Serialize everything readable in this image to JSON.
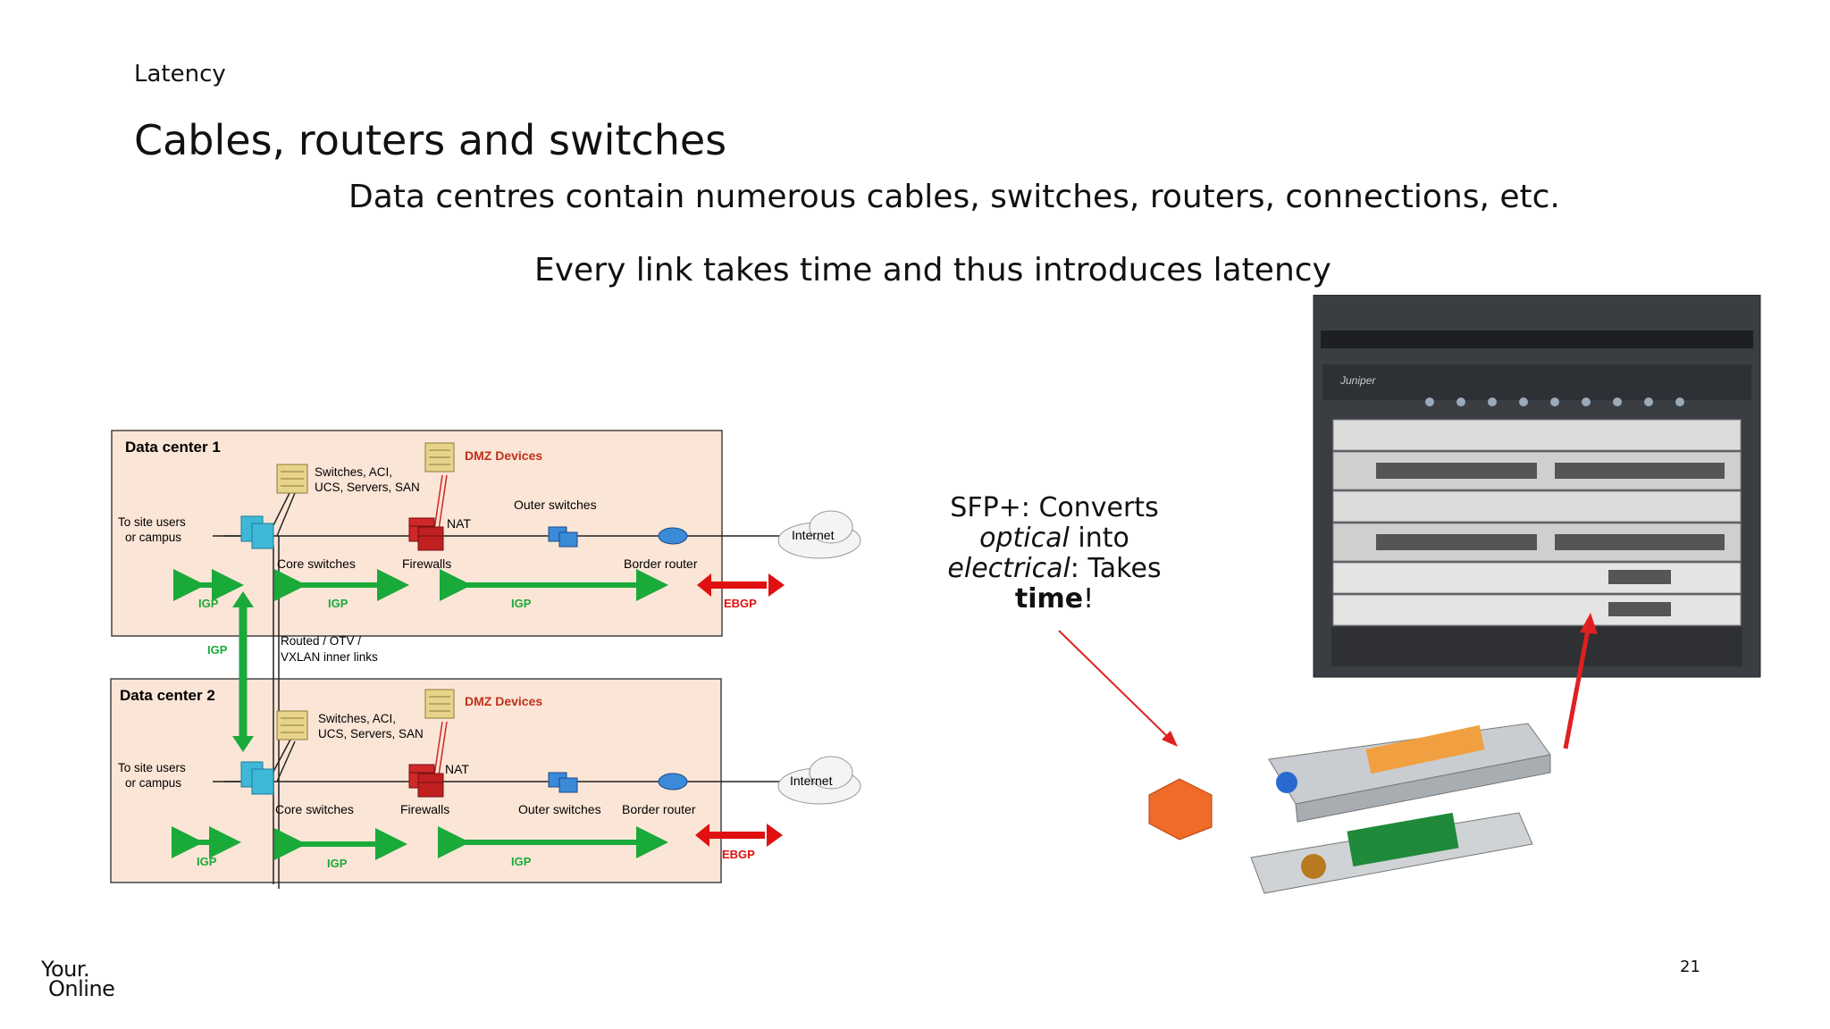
{
  "slide": {
    "section_label": "Latency",
    "title": "Cables, routers and switches",
    "bullet_1": "Data centres contain numerous cables, switches, routers, connections, etc.",
    "bullet_2": "Every link takes time and thus introduces latency",
    "page_number": "21",
    "logo_line_1": "Your.",
    "logo_line_2": "Online"
  },
  "callout": {
    "line_1": "SFP+: Converts",
    "line_2_italic": "optical",
    "line_2_rest": " into",
    "line_3_italic": "electrical",
    "line_3_rest": ": Takes",
    "line_4_bold": "time",
    "line_4_rest": "!",
    "arrow_color": "#e02020"
  },
  "diagram": {
    "dc1_title": "Data center 1",
    "dc2_title": "Data center 2",
    "dmz": "DMZ Devices",
    "switches_1": "Switches, ACI,",
    "switches_2": "UCS, Servers, SAN",
    "nat": "NAT",
    "outer_switches": "Outer switches",
    "site_users_1": "To site users",
    "site_users_2": "or campus",
    "internet": "Internet",
    "core_switches": "Core switches",
    "firewalls": "Firewalls",
    "border_router": "Border router",
    "igp": "IGP",
    "ebgp": "EBGP",
    "routed_1": "Routed / OTV /",
    "routed_2": "VXLAN inner links",
    "colors": {
      "box_fill": "#fbe5d6",
      "igp": "#1aaa3a",
      "ebgp": "#e01010",
      "dmz_text": "#c0301a",
      "switch": "#3fb8d8",
      "firewall": "#d02828"
    }
  },
  "router_photo": {
    "brand_label": "Juniper"
  }
}
